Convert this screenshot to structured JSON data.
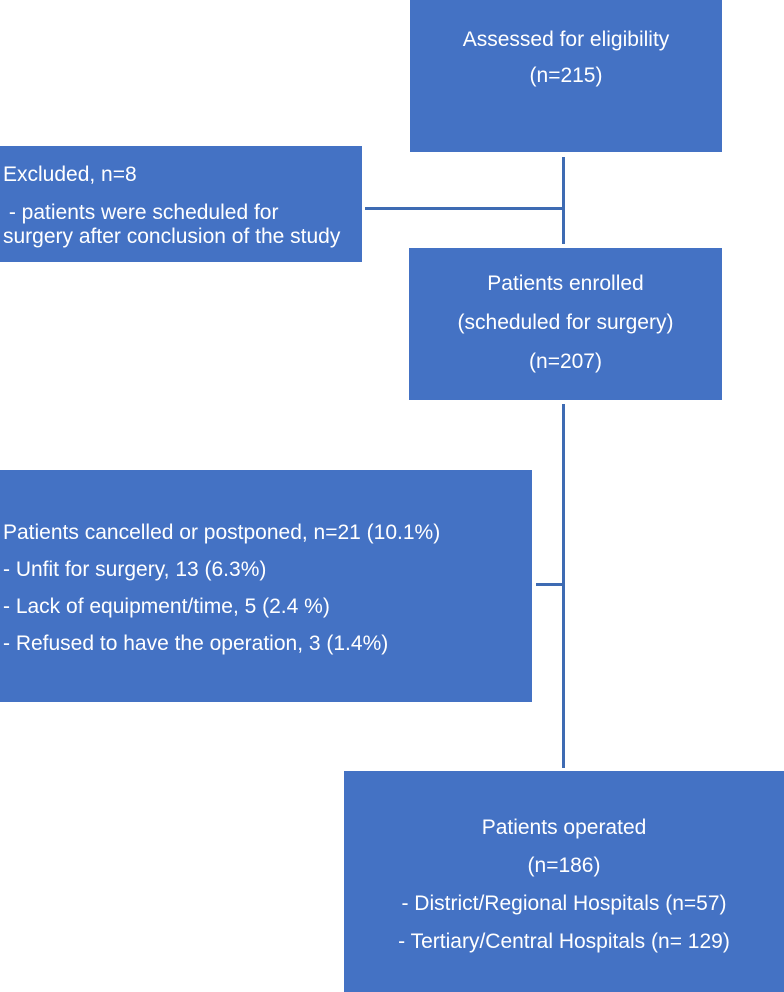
{
  "title": "Patient flow diagram",
  "colors": {
    "box_fill": "#4472C4",
    "connector": "#3E6BB3",
    "text": "#FFFFFF",
    "background": "#FFFFFF"
  },
  "boxes": {
    "assessed": {
      "lines": [
        "Assessed for eligibility",
        "(n=215)"
      ]
    },
    "excluded": {
      "lines": [
        "Excluded, n=8",
        " - patients were scheduled for",
        "surgery after conclusion of the study"
      ]
    },
    "enrolled": {
      "lines": [
        "Patients enrolled",
        "(scheduled for surgery)",
        "(n=207)"
      ]
    },
    "cancelled": {
      "lines": [
        "Patients cancelled or postponed, n=21 (10.1%)",
        "- Unfit for surgery, 13 (6.3%)",
        "- Lack of equipment/time, 5 (2.4 %)",
        "- Refused to have the operation, 3 (1.4%)"
      ]
    },
    "operated": {
      "lines": [
        "Patients operated",
        "(n=186)",
        "- District/Regional Hospitals (n=57)",
        "- Tertiary/Central Hospitals (n= 129)"
      ]
    }
  }
}
